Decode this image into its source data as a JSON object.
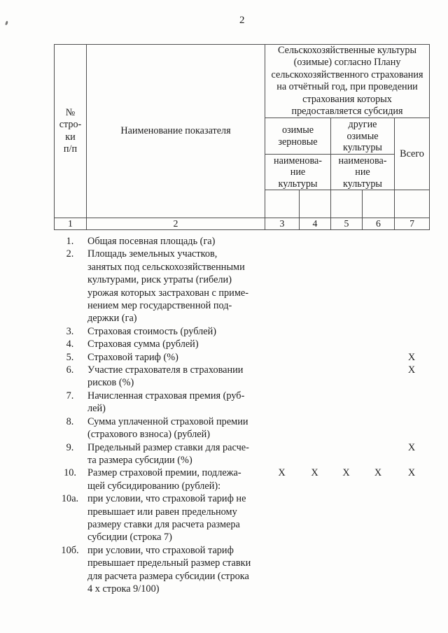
{
  "page_number": "2",
  "table": {
    "header": {
      "row_col": "№\nстро-\nки\nп/п",
      "name_col": "Наименование показателя",
      "group_title": "Сельскохозяйственные культуры\n(озимые) согласно Плану\nсельскохозяйственного страхования\nна отчётный год, при проведении\nстрахования которых\nпредоставляется субсидия",
      "winter_cereals": "озимые\nзерновые",
      "other_winter_cultures": "другие\nозимые\nкультуры",
      "total": "Всего",
      "culture_name_1": "наименова-\nние\nкультуры",
      "culture_name_2": "наименова-\nние\nкультуры",
      "column_numbers": {
        "c1": "1",
        "c2": "2",
        "c3": "3",
        "c4": "4",
        "c5": "5",
        "c6": "6",
        "c7": "7"
      }
    },
    "rows": [
      {
        "num": "1.",
        "name": "Общая посевная площадь (га)",
        "c3": "",
        "c4": "",
        "c5": "",
        "c6": "",
        "c7": ""
      },
      {
        "num": "2.",
        "name": "Площадь земельных участков,\nзанятых под сельскохозяйственными\nкультурами, риск утраты (гибели)\nурожая которых застрахован с приме-\nнением мер государственной под-\nдержки (га)",
        "c3": "",
        "c4": "",
        "c5": "",
        "c6": "",
        "c7": ""
      },
      {
        "num": "3.",
        "name": "Страховая стоимость (рублей)",
        "c3": "",
        "c4": "",
        "c5": "",
        "c6": "",
        "c7": ""
      },
      {
        "num": "4.",
        "name": "Страховая сумма (рублей)",
        "c3": "",
        "c4": "",
        "c5": "",
        "c6": "",
        "c7": ""
      },
      {
        "num": "5.",
        "name": "Страховой тариф (%)",
        "c3": "",
        "c4": "",
        "c5": "",
        "c6": "",
        "c7": "X"
      },
      {
        "num": "6.",
        "name": "Участие страхователя в страховании\nрисков (%)",
        "c3": "",
        "c4": "",
        "c5": "",
        "c6": "",
        "c7": "X"
      },
      {
        "num": "7.",
        "name": "Начисленная страховая премия (руб-\nлей)",
        "c3": "",
        "c4": "",
        "c5": "",
        "c6": "",
        "c7": ""
      },
      {
        "num": "8.",
        "name": "Сумма уплаченной страховой премии\n(страхового взноса) (рублей)",
        "c3": "",
        "c4": "",
        "c5": "",
        "c6": "",
        "c7": ""
      },
      {
        "num": "9.",
        "name": "Предельный размер ставки для расче-\nта размера субсидии (%)",
        "c3": "",
        "c4": "",
        "c5": "",
        "c6": "",
        "c7": "X"
      },
      {
        "num": "10.",
        "name": "Размер страховой премии, подлежа-\nщей субсидированию (рублей):",
        "c3": "X",
        "c4": "X",
        "c5": "X",
        "c6": "X",
        "c7": "X"
      },
      {
        "num": "10а.",
        "name": "при условии, что страховой тариф не\nпревышает или равен предельному\nразмеру ставки для расчета размера\nсубсидии (строка 7)",
        "c3": "",
        "c4": "",
        "c5": "",
        "c6": "",
        "c7": ""
      },
      {
        "num": "10б.",
        "name": "при условии, что страховой тариф\nпревышает предельный размер ставки\nдля расчета размера субсидии (строка\n4 х строка 9/100)",
        "c3": "",
        "c4": "",
        "c5": "",
        "c6": "",
        "c7": ""
      }
    ]
  }
}
